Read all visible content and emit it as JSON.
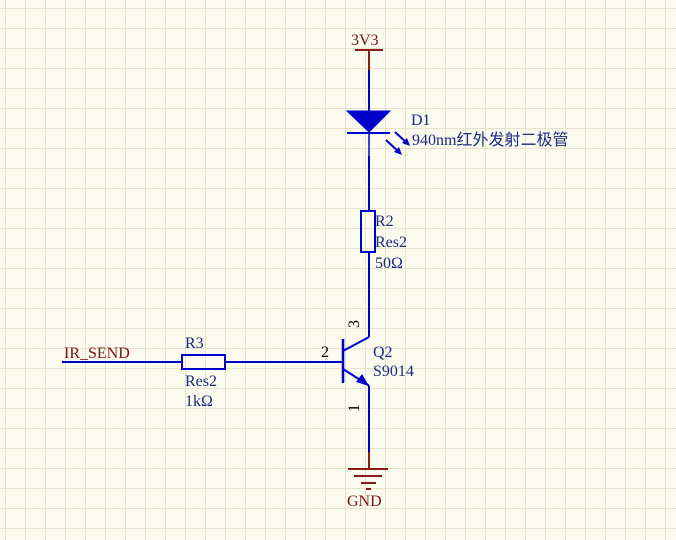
{
  "net_labels": {
    "vcc": "3V3",
    "ground": "GND",
    "input": "IR_SEND"
  },
  "d1": {
    "designator": "D1",
    "comment": "940nm红外发射二极管"
  },
  "r2": {
    "designator": "R2",
    "comment": "Res2",
    "value": "50Ω"
  },
  "r3": {
    "designator": "R3",
    "comment": "Res2",
    "value": "1kΩ"
  },
  "q2": {
    "designator": "Q2",
    "comment": "S9014",
    "pin_base": "2",
    "pin_collector": "3",
    "pin_emitter": "1"
  },
  "colors": {
    "wire": "#0000cc",
    "net_label": "#7a1414",
    "part_label": "#1a2a80",
    "grid": "#e6e2cc",
    "background": "#fcfbf0"
  }
}
